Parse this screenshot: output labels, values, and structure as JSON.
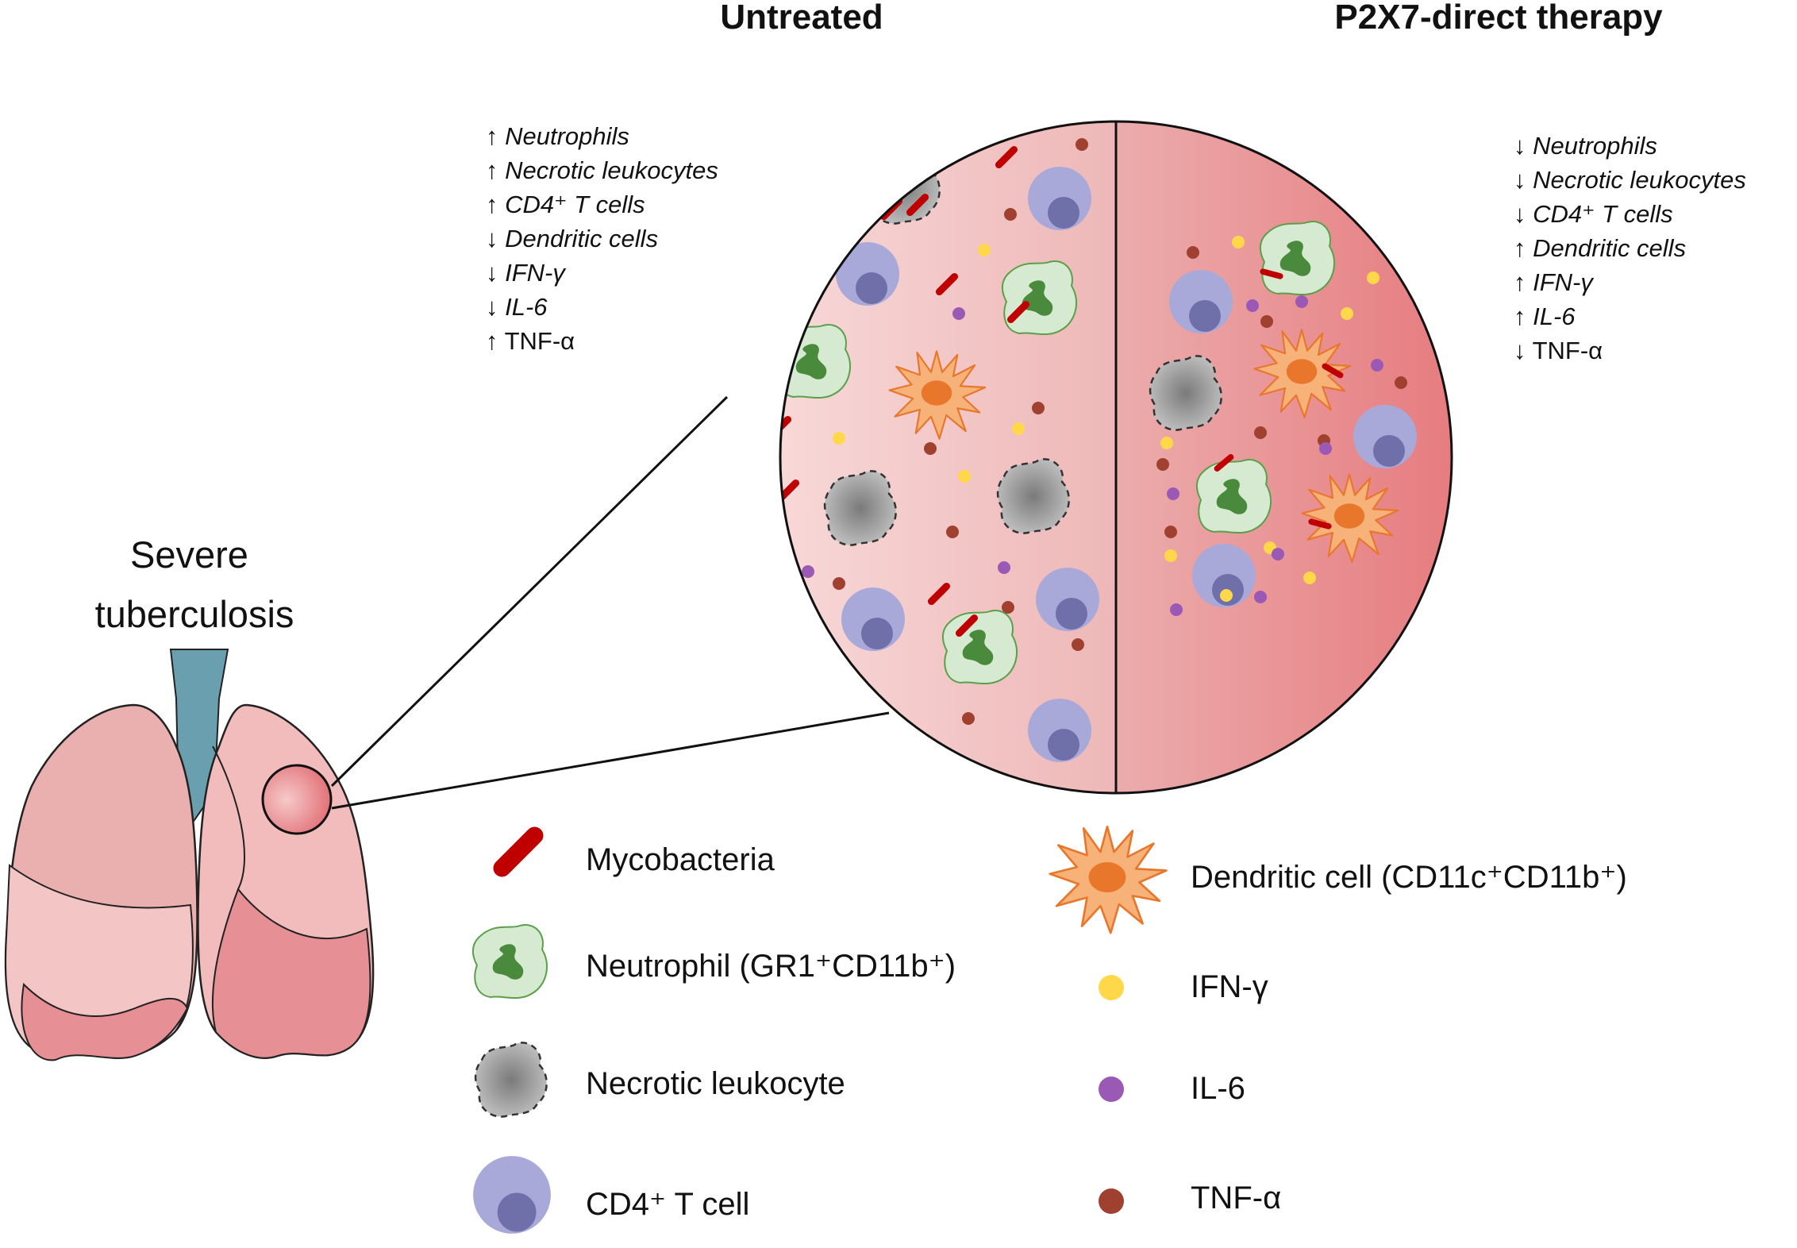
{
  "diagram": {
    "lung_title": [
      "Severe",
      "tuberculosis"
    ],
    "panel_left": {
      "title": "Untreated",
      "effects": [
        {
          "arrow": "↑",
          "text": "Neutrophils",
          "italic": true
        },
        {
          "arrow": "↑",
          "text": "Necrotic leukocytes",
          "italic": true
        },
        {
          "arrow": "↑",
          "text": "CD4⁺ T cells",
          "italic": true
        },
        {
          "arrow": "↓",
          "text": "Dendritic cells",
          "italic": true
        },
        {
          "arrow": "↓",
          "text": "IFN-γ",
          "italic": true
        },
        {
          "arrow": "↓",
          "text": "IL-6",
          "italic": true
        },
        {
          "arrow": "↑",
          "text": "TNF-α",
          "italic": false
        }
      ]
    },
    "panel_right": {
      "title": "P2X7-direct therapy",
      "effects": [
        {
          "arrow": "↓",
          "text": "Neutrophils",
          "italic": true
        },
        {
          "arrow": "↓",
          "text": "Necrotic leukocytes",
          "italic": true
        },
        {
          "arrow": "↓",
          "text": "CD4⁺ T cells",
          "italic": true
        },
        {
          "arrow": "↑",
          "text": "Dendritic cells",
          "italic": true
        },
        {
          "arrow": "↑",
          "text": "IFN-γ",
          "italic": true
        },
        {
          "arrow": "↑",
          "text": "IL-6",
          "italic": true
        },
        {
          "arrow": "↓",
          "text": "TNF-α",
          "italic": false
        }
      ]
    },
    "legend": {
      "mycobacteria": "Mycobacteria",
      "neutrophil": "Neutrophil  (GR1⁺CD11b⁺)",
      "necrotic": "Necrotic leukocyte",
      "tcell": "CD4⁺ T cell",
      "dendritic": "Dendritic cell (CD11c⁺CD11b⁺)",
      "ifn": "IFN-γ",
      "il6": "IL-6",
      "tnf": "TNF-α"
    },
    "colors": {
      "mycobacteria": "#c00000",
      "neutrophil_fill": "#d6ead2",
      "neutrophil_nucleus": "#4a8a3c",
      "tcell": "#a9a9d9",
      "tcell_nucleus": "#6f6faa",
      "dendritic": "#f7b27a",
      "ifn_gamma": "#ffd84a",
      "il6": "#9b59b6",
      "tnf_alpha": "#a04030",
      "lung_pink": "#f2b6b6",
      "trachea": "#6a9fb0"
    }
  }
}
